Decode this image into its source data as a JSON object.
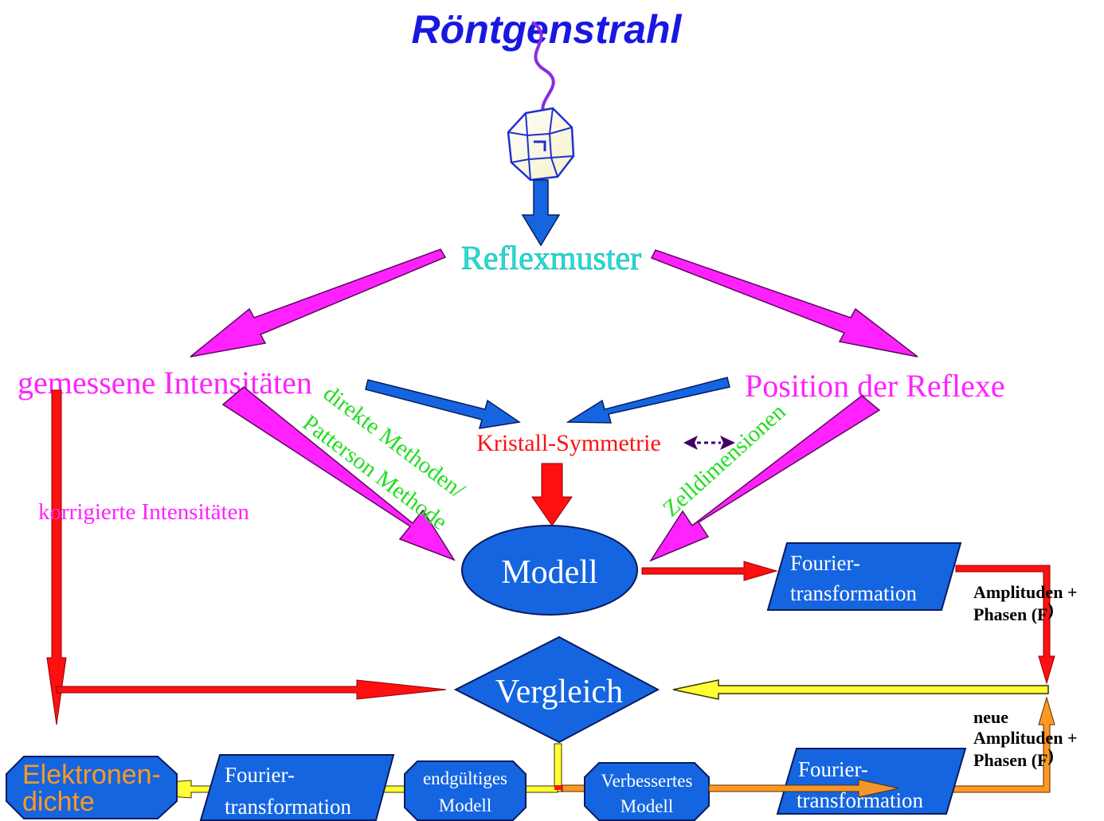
{
  "title": "Röntgenstrahl",
  "colors": {
    "title": "#1818e0",
    "node_fill": "#1565e0",
    "node_stroke": "#0a1a60",
    "cyan": "#22e0d8",
    "magenta": "#ff22ff",
    "green": "#22dd22",
    "red": "#ff1010",
    "yellow": "#ffff33",
    "orange": "#ff9922",
    "purple": "#440066",
    "white": "#ffffff",
    "black": "#000000"
  },
  "labels": {
    "reflexmuster": "Reflexmuster",
    "gemessene": "gemessene Intensitäten",
    "position": "Position der Reflexe",
    "symmetrie": "Kristall-Symmetrie",
    "direkte": "direkte Methoden/",
    "patterson": "Patterson Methode",
    "zelldim": "Zelldimensionen",
    "korrigierte": "korrigierte Intensitäten",
    "amp_top_1": "Amplituden +",
    "amp_top_2": "Phasen (F",
    "amp_top_sub": "",
    "amp_top_close": ")",
    "neue": "neue",
    "amp_bot_1": "Amplituden +",
    "amp_bot_2": "Phasen (F",
    "amp_bot_sub": "",
    "amp_bot_close": ")"
  },
  "nodes": {
    "modell": "Modell",
    "vergleich": "Vergleich",
    "fourier_right_1": "Fourier-",
    "fourier_right_2": "transformation",
    "fourier_left_1": "Fourier-",
    "fourier_left_2": "transformation",
    "fourier_bottom_1": "Fourier-",
    "fourier_bottom_2": "transformation",
    "endg_1": "endgültiges",
    "endg_2": "Modell",
    "verb_1": "Verbessertes",
    "verb_2": "Modell",
    "elek_1": "Elektronen-",
    "elek_2": "dichte"
  }
}
